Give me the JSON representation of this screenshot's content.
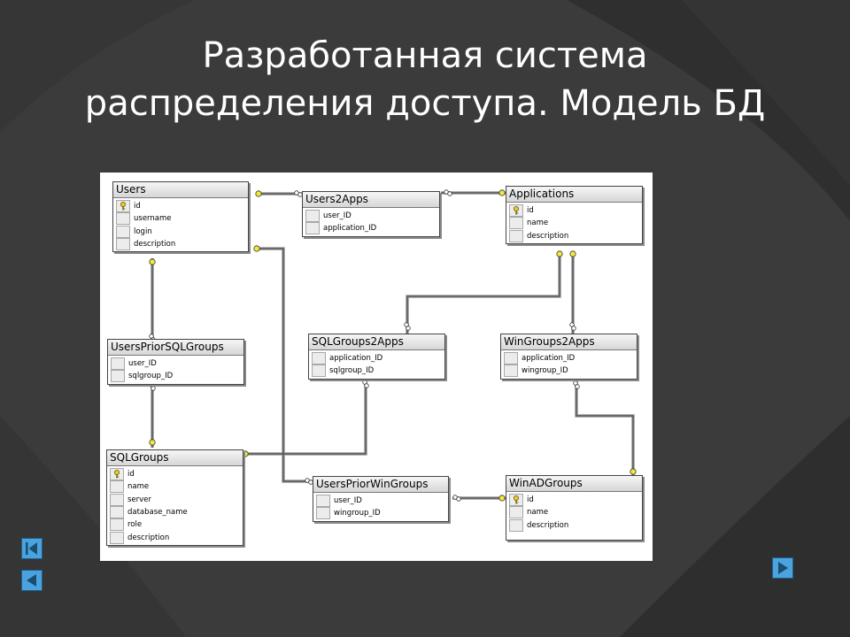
{
  "slide": {
    "title_line1": "Разработанная система",
    "title_line2": "распределения доступа. Модель БД"
  },
  "colors": {
    "background": "#3b3b3b",
    "nav_button": "#4aa3df",
    "key_icon": "#e8cd2a"
  },
  "tables": {
    "users": {
      "name": "Users",
      "fields": [
        "id",
        "username",
        "login",
        "description"
      ]
    },
    "users2apps": {
      "name": "Users2Apps",
      "fields": [
        "user_ID",
        "application_ID"
      ]
    },
    "applications": {
      "name": "Applications",
      "fields": [
        "id",
        "name",
        "description"
      ]
    },
    "userspriorsqlgroups": {
      "name": "UsersPriorSQLGroups",
      "fields": [
        "user_ID",
        "sqlgroup_ID"
      ]
    },
    "sqlgroups2apps": {
      "name": "SQLGroups2Apps",
      "fields": [
        "application_ID",
        "sqlgroup_ID"
      ]
    },
    "wingroups2apps": {
      "name": "WinGroups2Apps",
      "fields": [
        "application_ID",
        "wingroup_ID"
      ]
    },
    "sqlgroups": {
      "name": "SQLGroups",
      "fields": [
        "id",
        "name",
        "server",
        "database_name",
        "role",
        "description"
      ]
    },
    "userspriorwingroups": {
      "name": "UsersPriorWinGroups",
      "fields": [
        "user_ID",
        "wingroup_ID"
      ]
    },
    "winadgroups": {
      "name": "WinADGroups",
      "fields": [
        "id",
        "name",
        "description"
      ]
    }
  }
}
